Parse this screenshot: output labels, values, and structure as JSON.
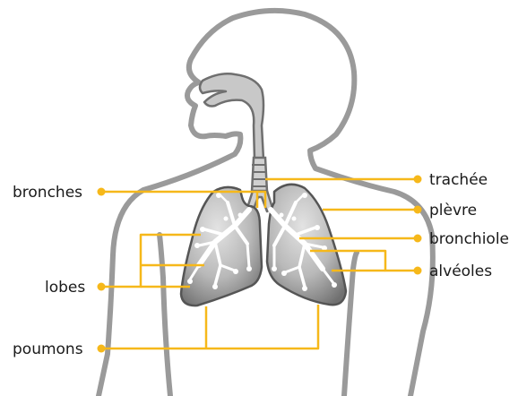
{
  "labels": {
    "bronches": "bronches",
    "lobes": "lobes",
    "poumons": "poumons",
    "trachee": "trachée",
    "plevre": "plèvre",
    "bronchiole": "bronchiole",
    "alveoles": "alvéoles"
  },
  "colors": {
    "leader": "#f6b81a",
    "outline": "#9a9a9a",
    "lung_dark": "#6f6f6f",
    "lung_light": "#d2d2d2",
    "airway": "#c8c8c8",
    "branch": "#ffffff"
  }
}
